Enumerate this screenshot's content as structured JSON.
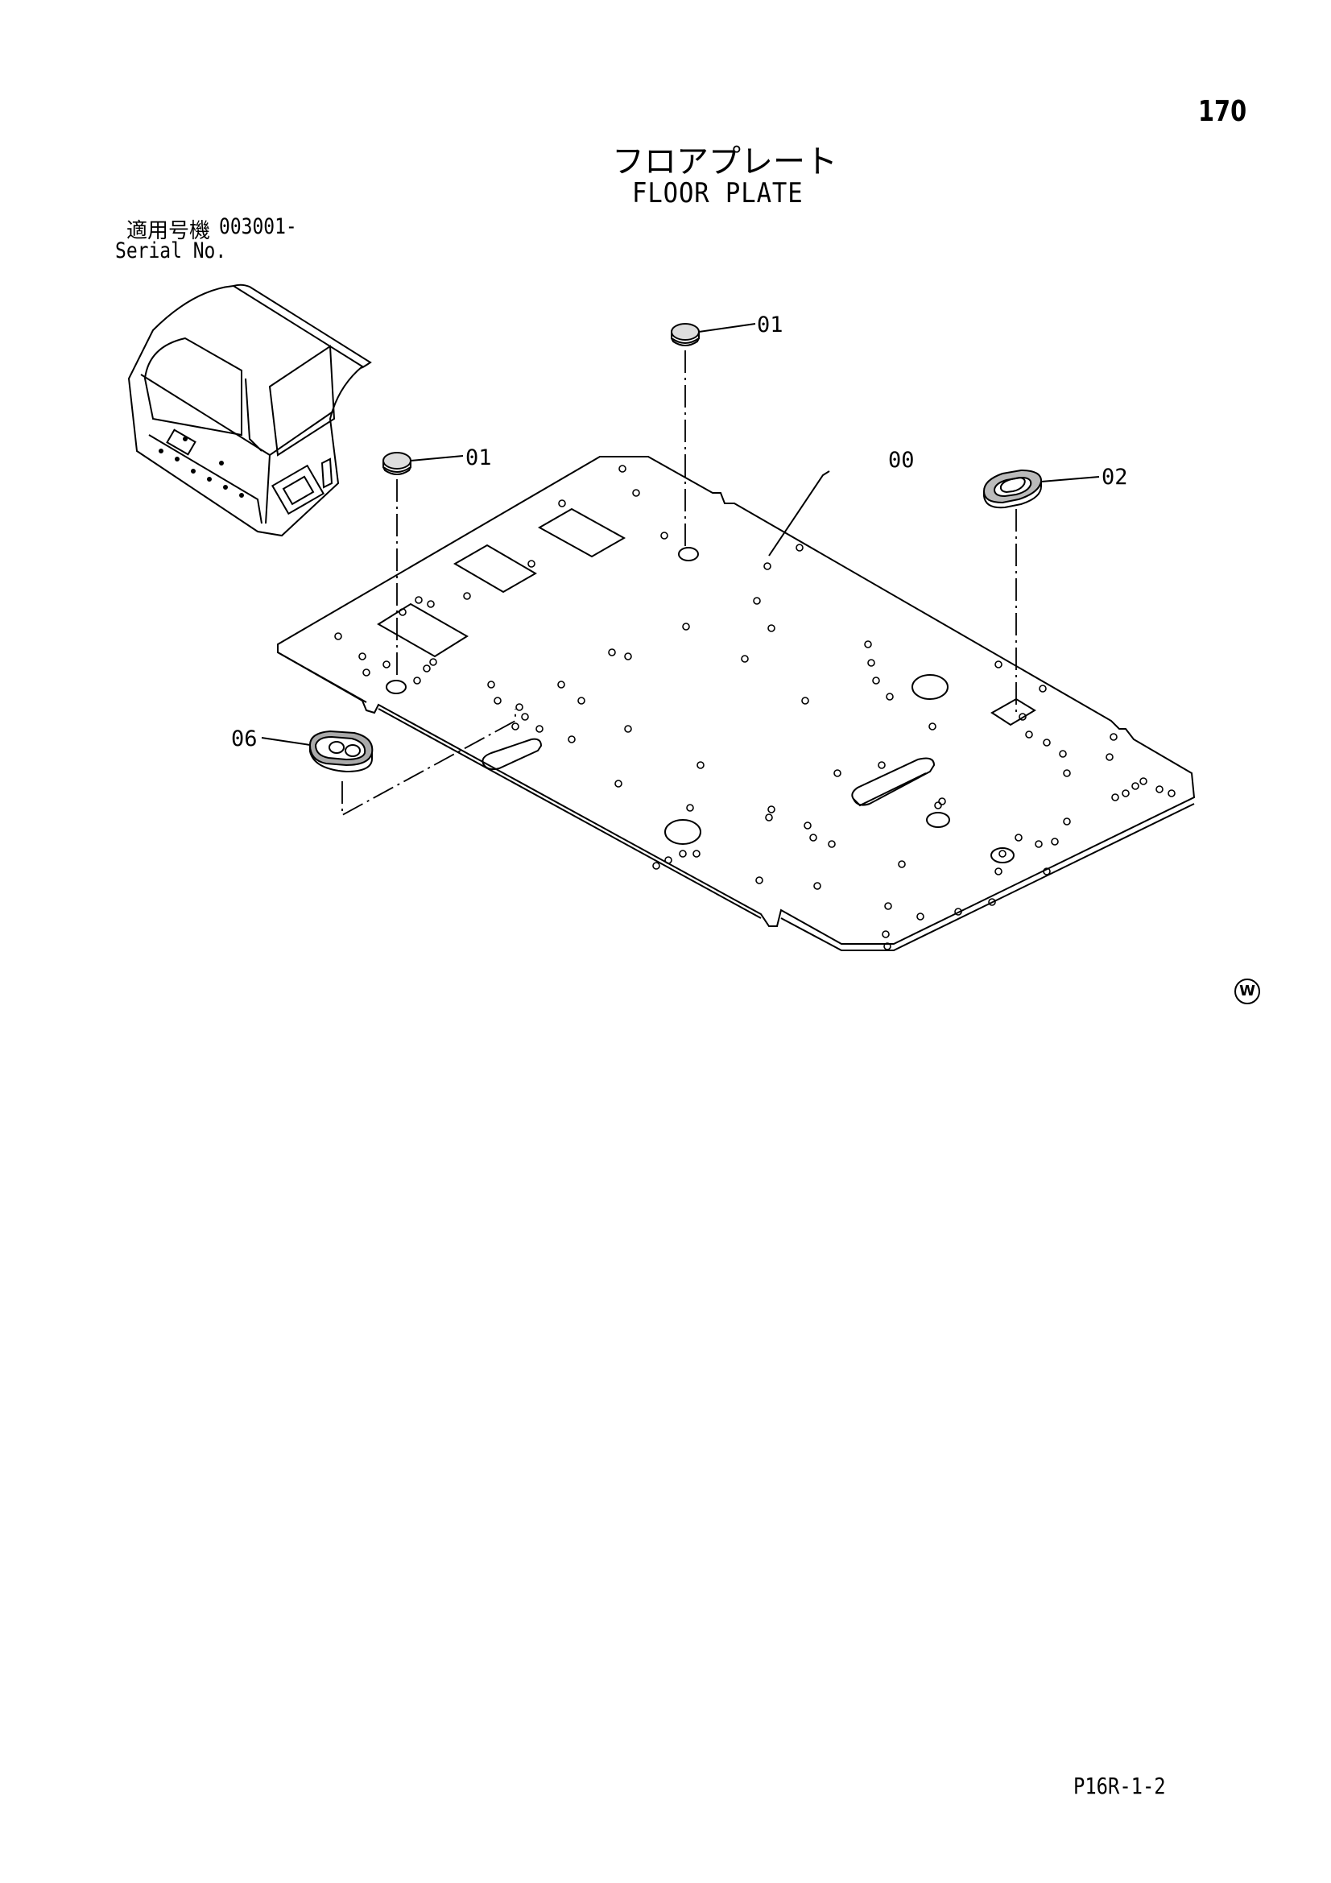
{
  "header": {
    "page_number": "170",
    "title_jp": "フロアプレート",
    "title_en": "FLOOR PLATE"
  },
  "serial": {
    "label_jp": "適用号機",
    "value": "003001-",
    "label_en": "Serial No."
  },
  "callouts": {
    "plate": "00",
    "plug_top": "01",
    "plug_left": "01",
    "grommet": "02",
    "cover": "06"
  },
  "marks": {
    "watermark_letter": "W"
  },
  "footer": {
    "code": "P16R-1-2"
  }
}
